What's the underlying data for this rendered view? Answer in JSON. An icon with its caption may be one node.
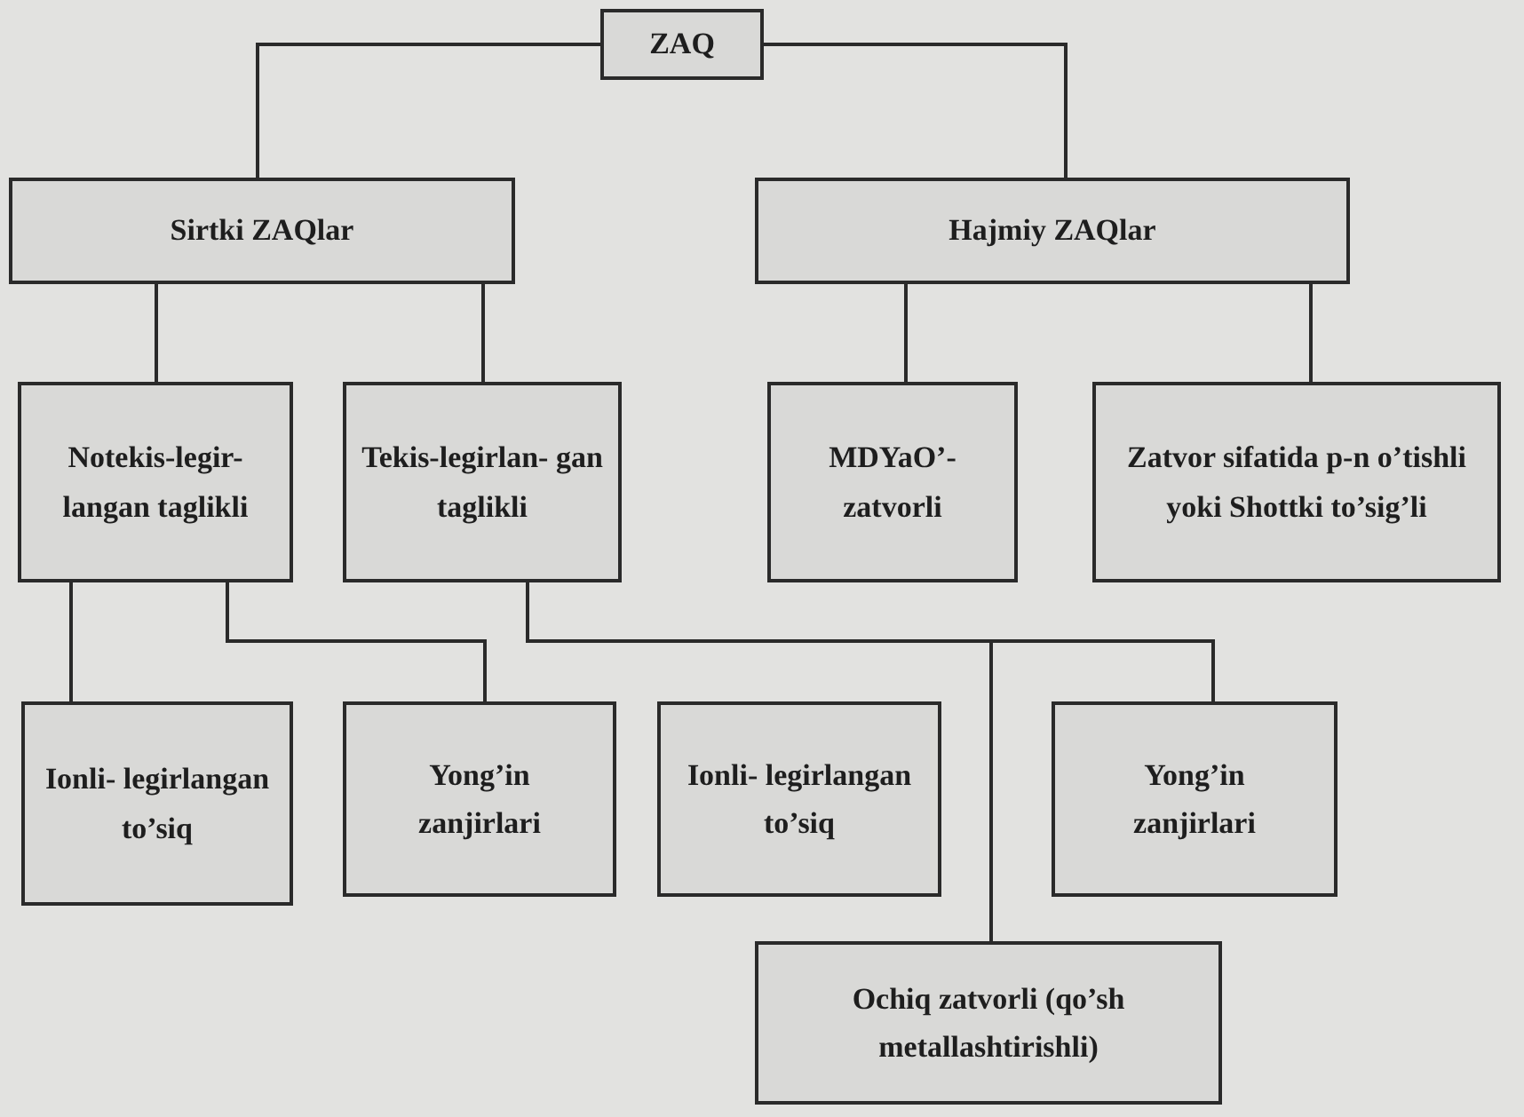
{
  "diagram": {
    "nodes": [
      {
        "text": [
          "ZAQ"
        ]
      },
      {
        "text": [
          "Sirtki ZAQlar"
        ]
      },
      {
        "text": [
          "Hajmiy ZAQlar"
        ]
      },
      {
        "text": [
          "Notekis-legir- langan taglikli"
        ]
      },
      {
        "text": [
          "Tekis-legirlan- gan taglikli"
        ]
      },
      {
        "text": [
          "MDYaO’- zatvorli"
        ]
      },
      {
        "text": [
          "Zatvor sifatida p-n o’tishli yoki Shottki to’sig’li"
        ]
      },
      {
        "text": [
          "Ionli- legirlangan to’siq"
        ]
      },
      {
        "text": [
          "Yong’in zanjirlari"
        ]
      },
      {
        "text": [
          "Ionli- legirlangan to’siq"
        ]
      },
      {
        "text": [
          "Yong’in zanjirlari"
        ]
      },
      {
        "text": [
          "Ochiq zatvorli (qo’sh metallashtirishli)"
        ]
      }
    ],
    "edges": [
      {
        "from": 0,
        "to": 1,
        "arrow": "none"
      },
      {
        "from": 0,
        "to": 2,
        "arrow": "none"
      },
      {
        "from": 1,
        "to": 3,
        "arrow": "none"
      },
      {
        "from": 1,
        "to": 4,
        "arrow": "none"
      },
      {
        "from": 2,
        "to": 5,
        "arrow": "none"
      },
      {
        "from": 2,
        "to": 6,
        "arrow": "none"
      },
      {
        "from": 3,
        "to": 7,
        "arrow": "none"
      },
      {
        "from": 3,
        "to": 8,
        "arrow": "none"
      },
      {
        "from": 4,
        "to": 10,
        "arrow": "none"
      },
      {
        "from": 4,
        "to": 11,
        "arrow": "none"
      }
    ]
  }
}
